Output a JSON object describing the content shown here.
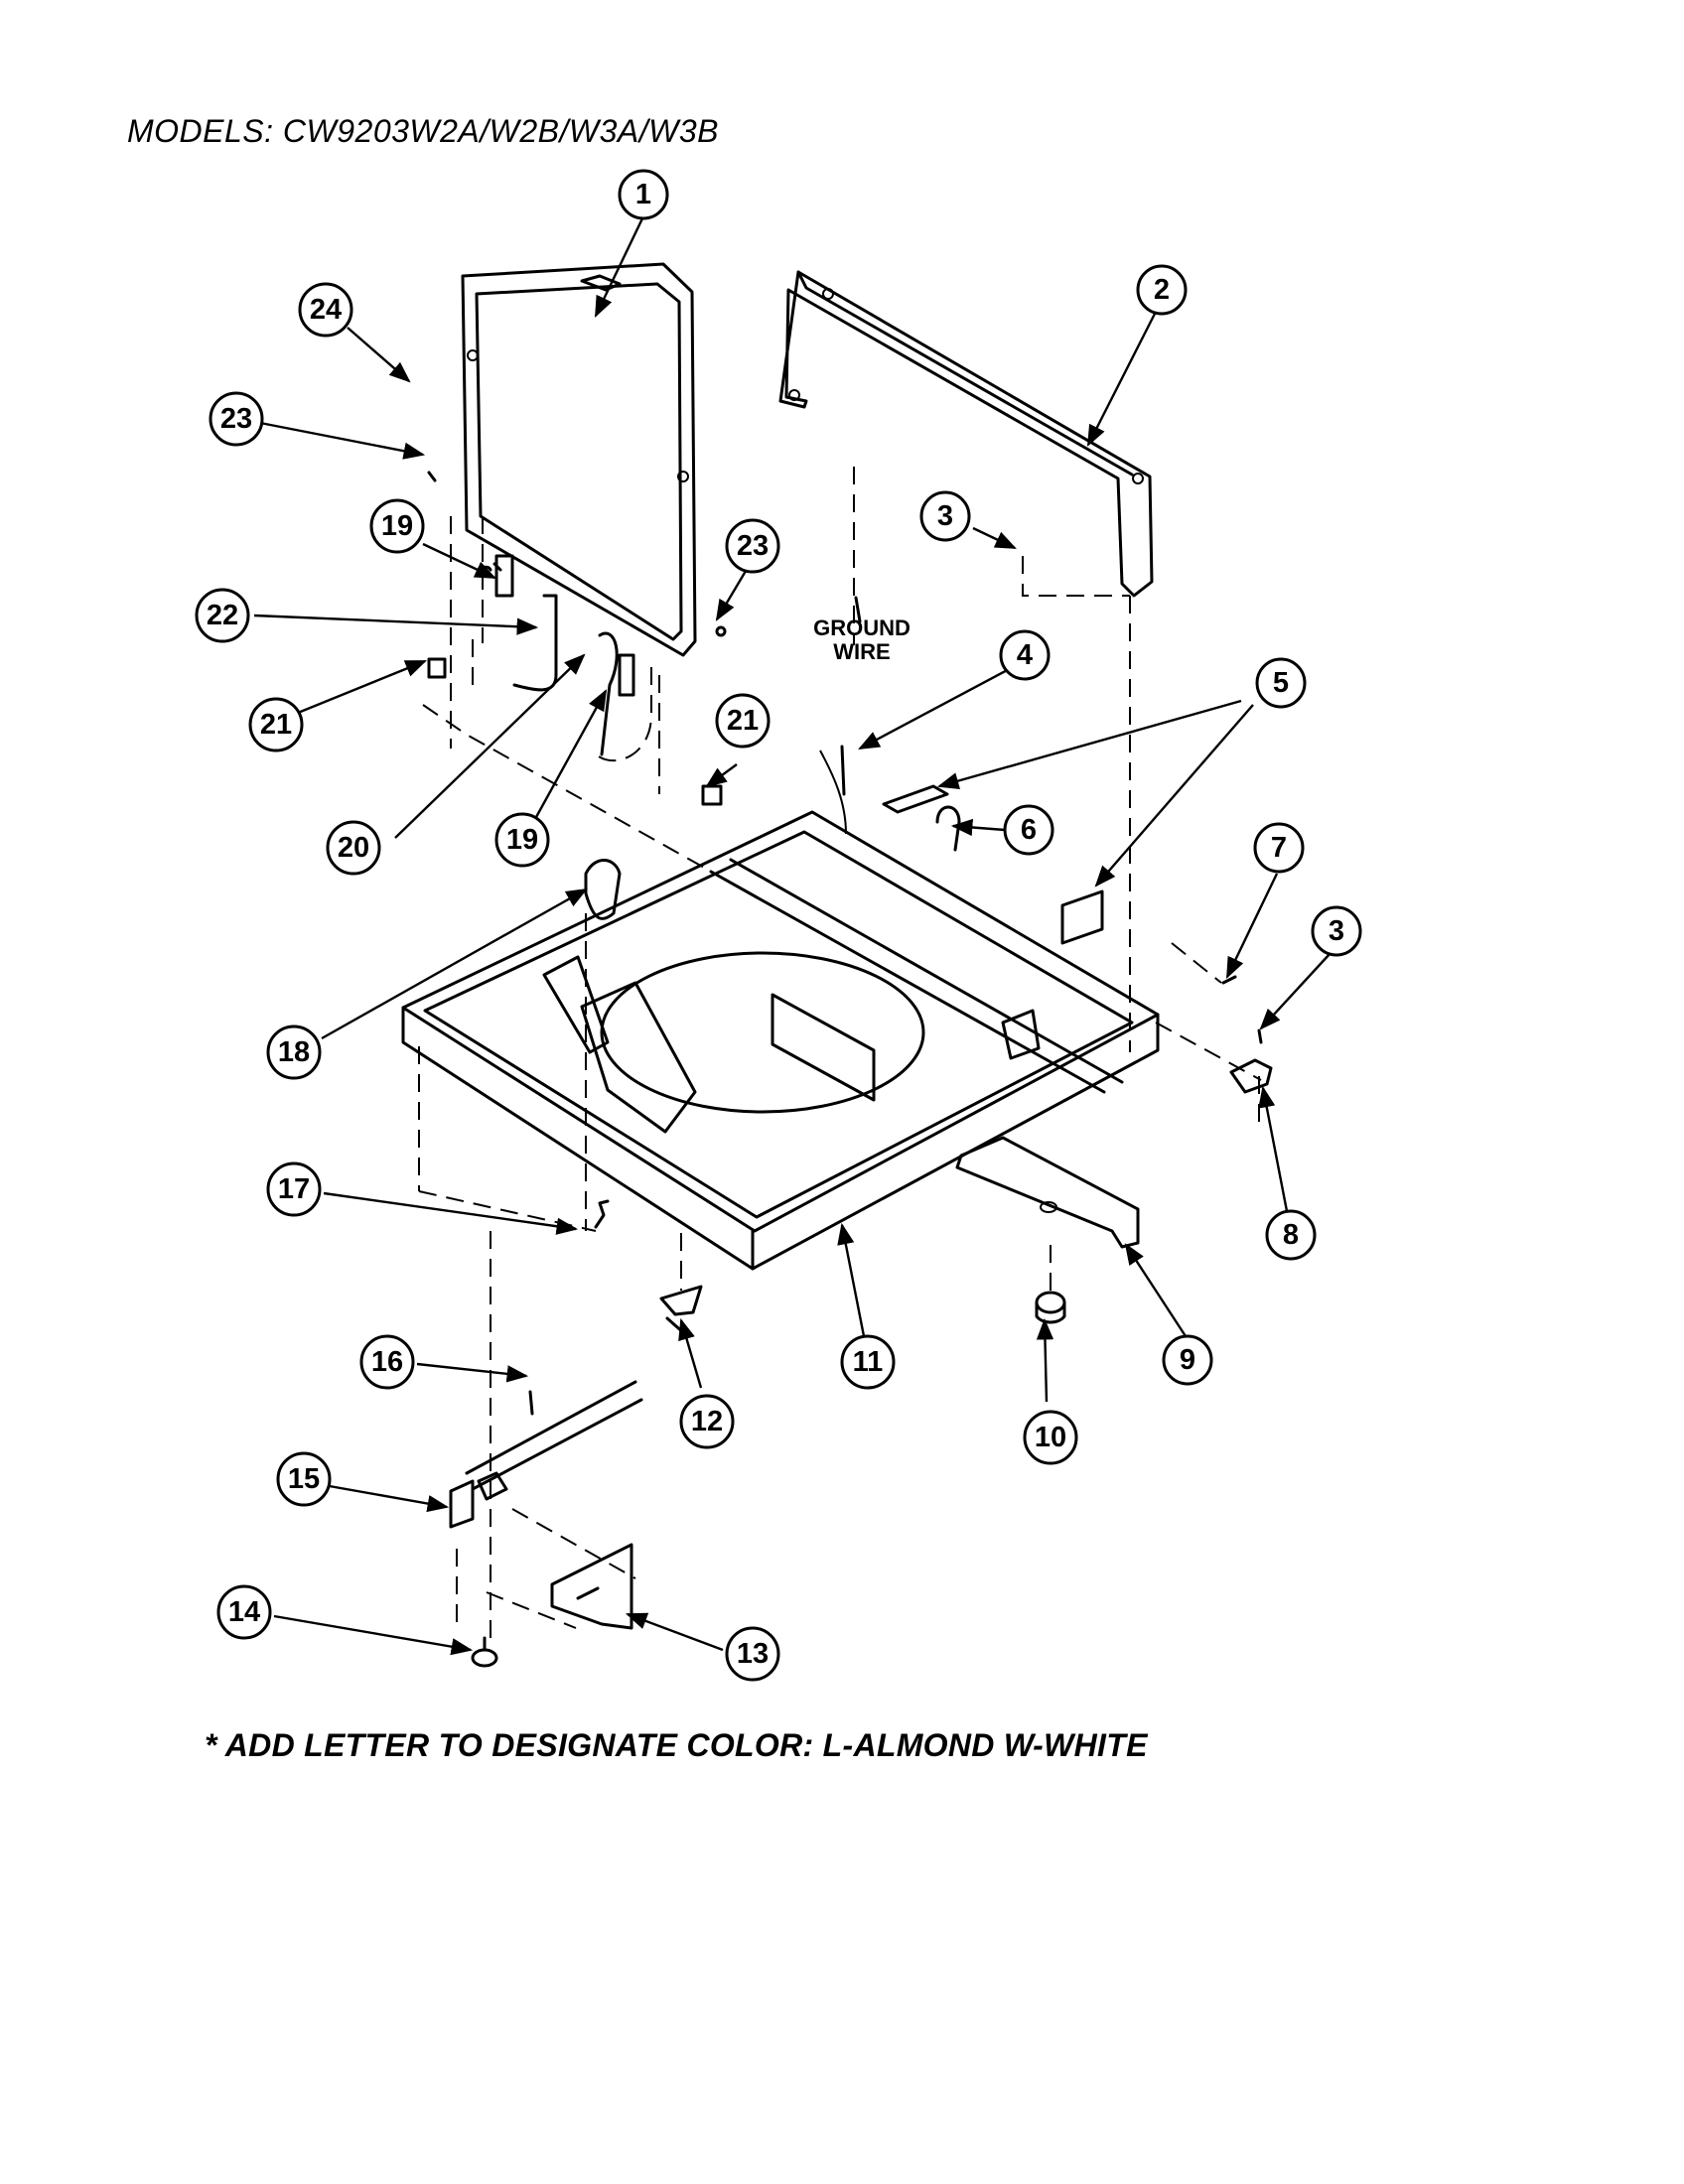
{
  "header": {
    "models_line": "MODELS: CW9203W2A/W2B/W3A/W3B"
  },
  "footer": {
    "color_note": "* ADD LETTER TO DESIGNATE COLOR:  L-ALMOND  W-WHITE"
  },
  "diagram": {
    "annotation": {
      "line1": "GROUND",
      "line2": "WIRE"
    },
    "callouts": [
      "1",
      "2",
      "3",
      "4",
      "5",
      "6",
      "7",
      "3",
      "8",
      "9",
      "10",
      "11",
      "12",
      "13",
      "14",
      "15",
      "16",
      "17",
      "18",
      "19",
      "19",
      "20",
      "21",
      "21",
      "22",
      "23",
      "23",
      "24"
    ]
  }
}
